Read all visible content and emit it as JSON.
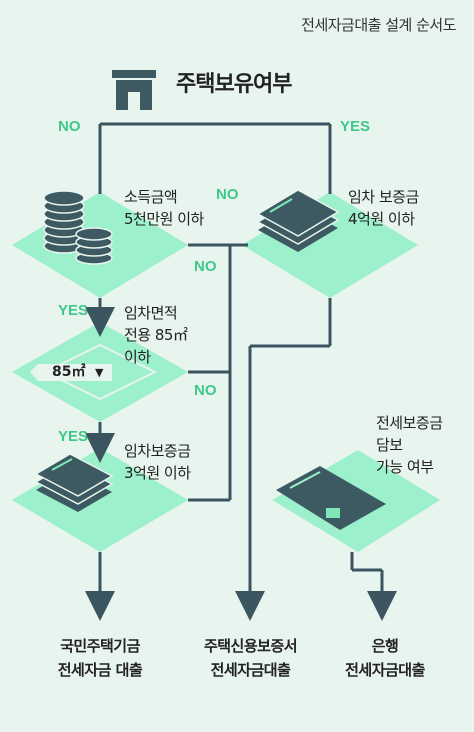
{
  "title": "전세자금대출 설계 순서도",
  "root": {
    "label": "주택보유여부"
  },
  "branches": {
    "no": "NO",
    "yes": "YES"
  },
  "questions": {
    "income": [
      "소득금액",
      "5천만원 이하"
    ],
    "deposit_yes": [
      "임차 보증금",
      "4억원 이하"
    ],
    "area": [
      "임차면적",
      "전용 85㎡",
      "이하"
    ],
    "area_badge": "85㎡",
    "deposit_no": [
      "임차보증금",
      "3억원 이하"
    ],
    "guarantee": [
      "전세보증금",
      "담보",
      "가능 여부"
    ]
  },
  "outcomes": [
    [
      "국민주택기금",
      "전세자금 대출"
    ],
    [
      "주택신용보증서",
      "전세자금대출"
    ],
    [
      "은행",
      "전세자금대출"
    ]
  ],
  "colors": {
    "accent": "#9cf0cc",
    "line": "#3a5560",
    "green_text": "#3ec88a",
    "dark": "#3d5a63"
  }
}
